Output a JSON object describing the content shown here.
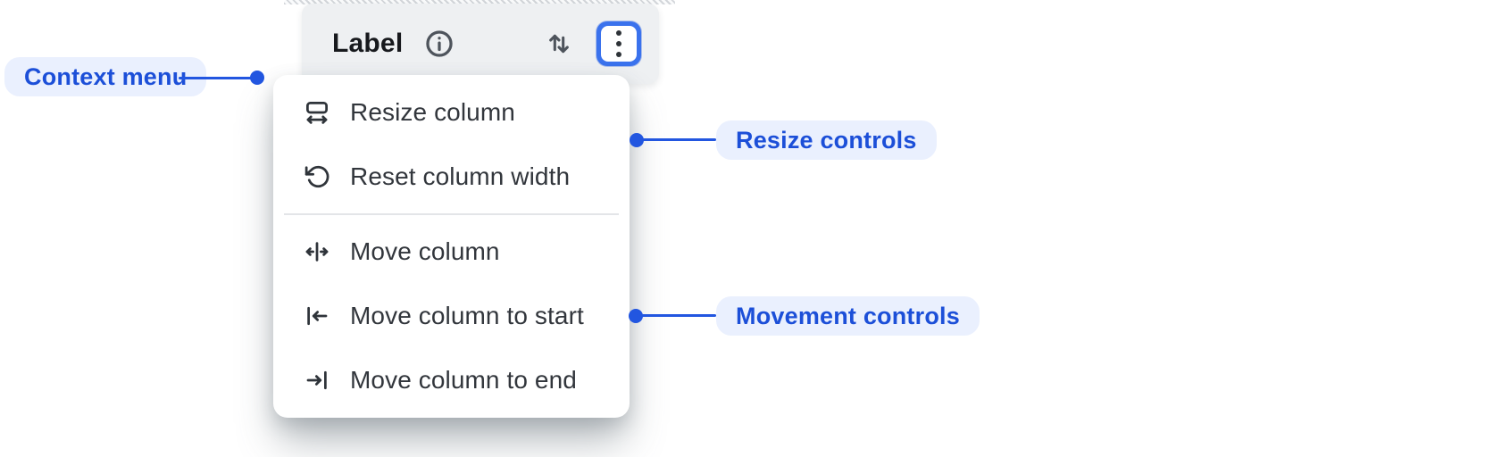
{
  "figure_type": "column-header context menu anatomy",
  "header": {
    "label": "Label",
    "info_icon": "info-icon",
    "sort_icon": "sort-arrows-icon",
    "menu_button_icon": "kebab-vertical-dots-icon"
  },
  "menu": {
    "groups": [
      {
        "name": "resize-controls",
        "items": [
          {
            "icon": "resize-column-icon",
            "label": "Resize column"
          },
          {
            "icon": "reset-column-width-icon",
            "label": "Reset column width"
          }
        ]
      },
      {
        "name": "movement-controls",
        "items": [
          {
            "icon": "move-column-icon",
            "label": "Move column"
          },
          {
            "icon": "move-column-to-start-icon",
            "label": "Move column to start"
          },
          {
            "icon": "move-column-to-end-icon",
            "label": "Move column to end"
          }
        ]
      }
    ]
  },
  "annotations": {
    "context_menu": {
      "label": "Context menu"
    },
    "resize_controls": {
      "label": "Resize controls"
    },
    "movement_controls": {
      "label": "Movement controls"
    }
  },
  "colors": {
    "accent_blue": "#2256e0",
    "pill_background": "#eaf0fe",
    "pill_text": "#1c4fd8",
    "focus_ring_blue": "#3a72ed",
    "header_background": "#eef0f2",
    "menu_background": "#ffffff",
    "menu_text": "#32363c",
    "divider": "#e3e5e8"
  }
}
